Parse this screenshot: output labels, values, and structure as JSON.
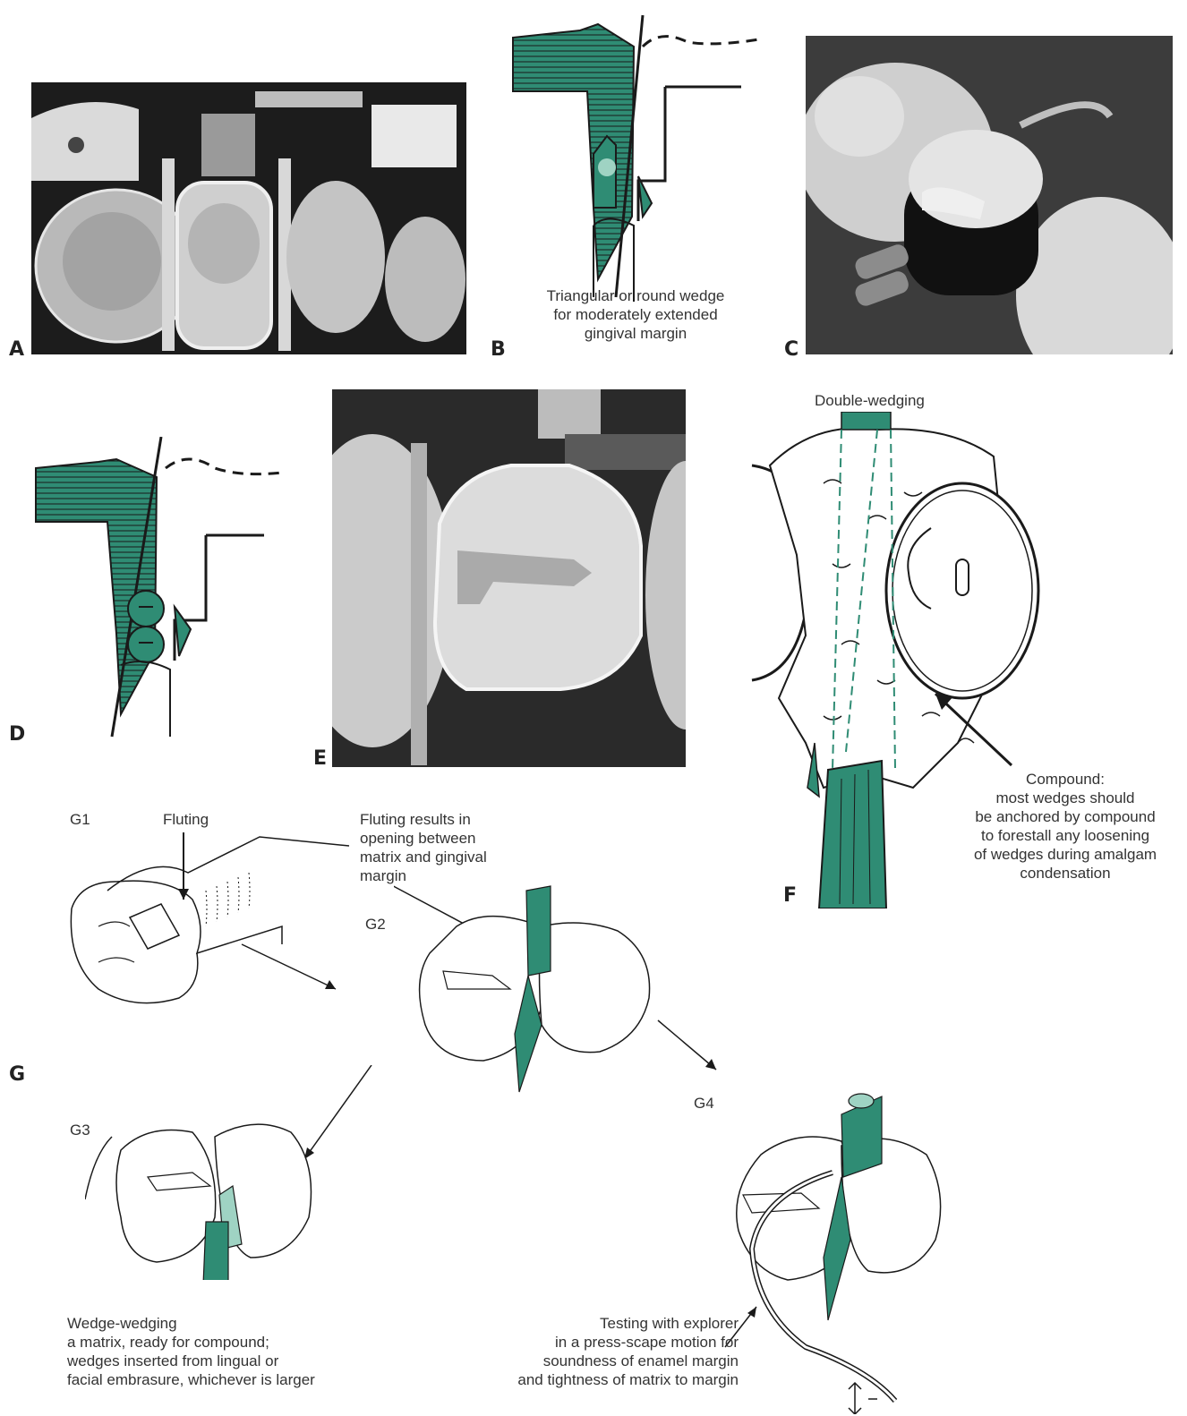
{
  "colors": {
    "teal": "#2f8c74",
    "teal_light": "#9fd3c3",
    "line": "#1a1a1a"
  },
  "panels": {
    "A": {
      "letter": "A"
    },
    "B": {
      "letter": "B",
      "caption": [
        "Triangular or round wedge",
        "for moderately extended",
        "gingival margin"
      ]
    },
    "C": {
      "letter": "C"
    },
    "D": {
      "letter": "D"
    },
    "E": {
      "letter": "E"
    },
    "F": {
      "letter": "F",
      "title": "Double-wedging",
      "caption": [
        "Compound:",
        "most wedges should",
        "be anchored by compound",
        "to forestall any loosening",
        "of wedges during amalgam",
        "condensation"
      ]
    },
    "G": {
      "letter": "G",
      "g1": {
        "label": "G1",
        "fluting": "Fluting"
      },
      "g2": {
        "label": "G2",
        "note": [
          "Fluting results in",
          "opening between",
          "matrix and gingival",
          "margin"
        ]
      },
      "g3": {
        "label": "G3",
        "caption": [
          "Wedge-wedging",
          "a matrix, ready for compound;",
          "wedges inserted from lingual or",
          "facial embrasure, whichever is larger"
        ]
      },
      "g4": {
        "label": "G4",
        "caption": [
          "Testing with explorer",
          "in a press-scape motion for",
          "soundness of enamel margin",
          "and tightness of matrix to margin"
        ]
      }
    }
  }
}
